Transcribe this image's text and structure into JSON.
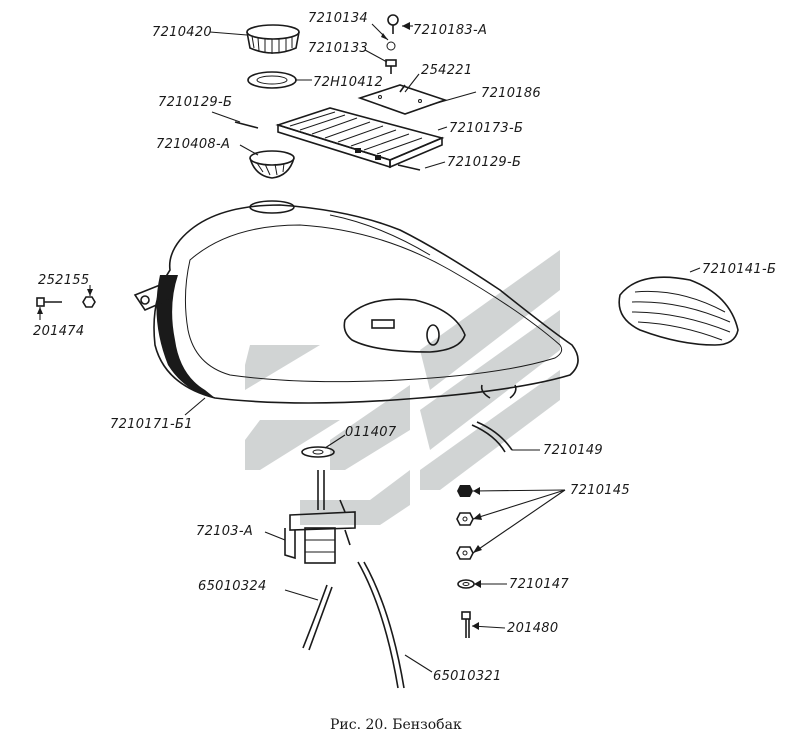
{
  "caption": "Рис. 20. Бензобак",
  "labels": {
    "filler_cap": "7210420",
    "screw_top": "7210134",
    "screw_183": "7210183-А",
    "screw_133": "7210133",
    "gasket": "72Н10412",
    "screw_254221": "254221",
    "plate": "7210186",
    "bolt_left": "7210129-Б",
    "panel": "7210173-Б",
    "strainer": "7210408-А",
    "bolt_right": "7210129-Б",
    "nut_252155": "252155",
    "bolt_201474": "201474",
    "tank": "7210171-Б1",
    "knee_pad": "7210141-Б",
    "washer_011407": "011407",
    "tube_7210149": "7210149",
    "tap": "72103-А",
    "nuts_7210145": "7210145",
    "washer_7210147": "7210147",
    "bolt_201480": "201480",
    "hose_left": "65010324",
    "hose_right": "65010321"
  },
  "colors": {
    "ink": "#1a1a1a",
    "watermark": "#c9cccc",
    "background": "#ffffff"
  }
}
